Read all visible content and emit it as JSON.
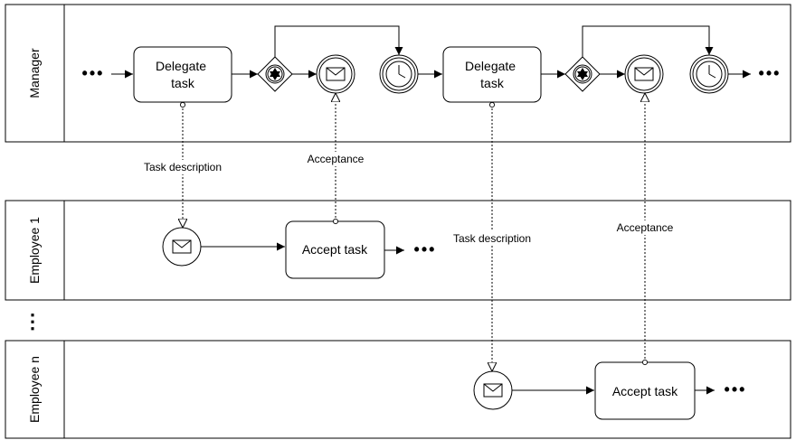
{
  "lanes": {
    "manager": "Manager",
    "employee1": "Employee 1",
    "employee_n": "Employee n"
  },
  "manager_tasks": {
    "first": [
      "Delegate",
      "task"
    ],
    "second": [
      "Delegate",
      "task"
    ]
  },
  "employee_tasks": {
    "employee1": "Accept task",
    "employee_n": "Accept task"
  },
  "message_labels": {
    "task_description_1": "Task description",
    "acceptance_1": "Acceptance",
    "task_description_2": "Task description",
    "acceptance_2": "Acceptance"
  },
  "continuation": "•••",
  "ellipsis_vertical": "⋮",
  "icons": {
    "gateway": "event-based-gateway-icon",
    "message": "envelope-icon",
    "timer": "clock-icon"
  }
}
